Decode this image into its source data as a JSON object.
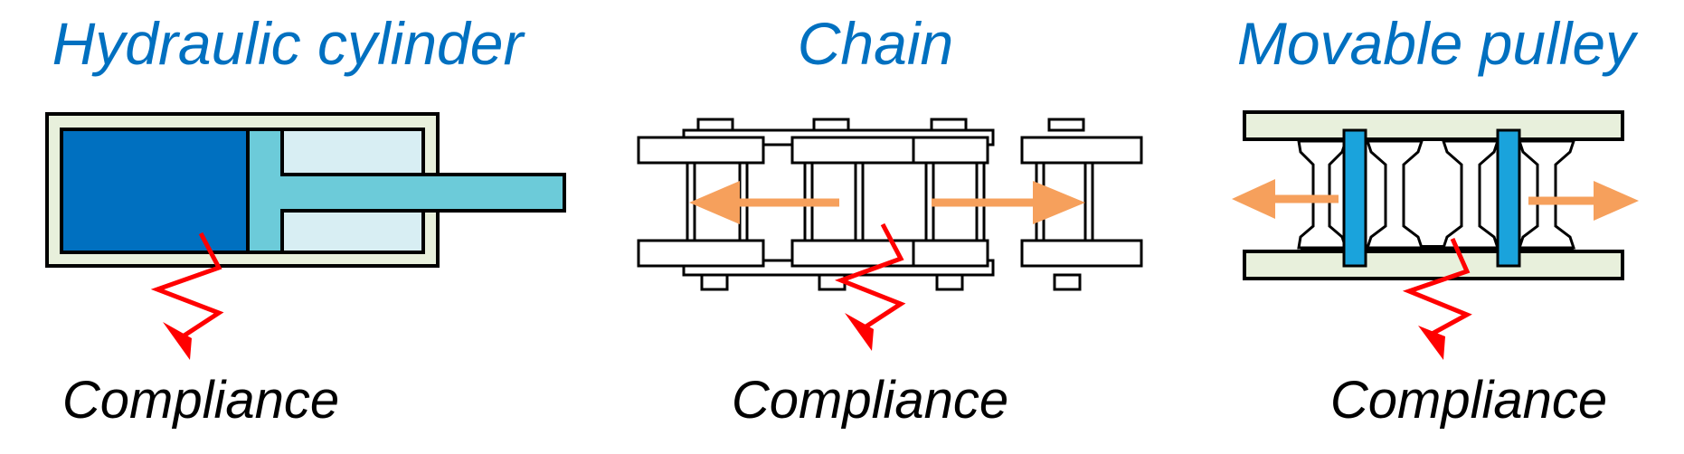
{
  "panels": [
    {
      "id": "hydraulic",
      "title": "Hydraulic cylinder",
      "caption": "Compliance"
    },
    {
      "id": "chain",
      "title": "Chain",
      "caption": "Compliance"
    },
    {
      "id": "pulley",
      "title": "Movable pulley",
      "caption": "Compliance"
    }
  ],
  "colors": {
    "title": "#0070c0",
    "cylinder_body": "#e8f0dc",
    "cylinder_fluid": "#0070c0",
    "piston": "#6ccbd9",
    "rod_chamber": "#d8eef3",
    "pulley_plate": "#e8f0dc",
    "pulley_shaft": "#1aa3dc",
    "force_arrow": "#f6a05c",
    "compliance_arrow": "#ff0000"
  }
}
